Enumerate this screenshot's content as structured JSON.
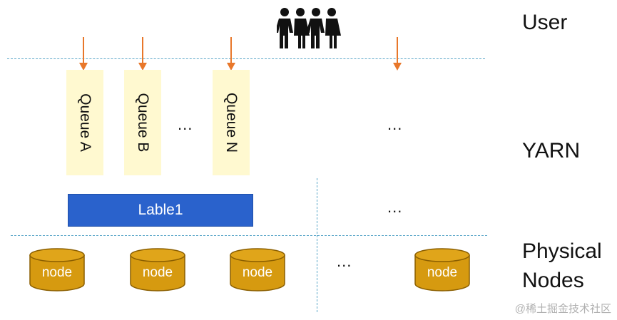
{
  "layers": {
    "user": "User",
    "yarn": "YARN",
    "physical_line1": "Physical",
    "physical_line2": "Nodes"
  },
  "queues": [
    "Queue A",
    "Queue B",
    "Queue N"
  ],
  "ellipsis": "...",
  "label_bar": "Lable1",
  "nodes": [
    "node",
    "node",
    "node",
    "node"
  ],
  "watermark": "@稀土掘金技术社区",
  "icons": {
    "users": "users-group-icon",
    "node": "cylinder-icon",
    "arrow": "arrow-down-icon"
  },
  "colors": {
    "queue_bg": "#fff9d0",
    "label_bar": "#2a62cc",
    "node": "#d69a10",
    "arrow": "#e8772a",
    "divider": "#5aa6c8"
  }
}
